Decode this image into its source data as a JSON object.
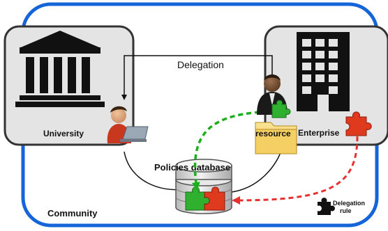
{
  "labels": {
    "delegation": "Delegation",
    "university": "University",
    "enterprise": "Enterprise",
    "resource": "resource",
    "policies_database": "Policies database",
    "community": "Community",
    "delegation_rule_line1": "Delegation",
    "delegation_rule_line2": "rule"
  },
  "colors": {
    "community_border": "#1565d8",
    "box_fill": "#e4e4e4",
    "box_border": "#333333",
    "green_arrow": "#1bb01b",
    "red_arrow": "#e83030",
    "puzzle_green": "#2fb02f",
    "puzzle_red": "#e03a1e"
  },
  "icons": {
    "university": "university-building-icon",
    "enterprise": "office-building-icon",
    "user": "user-with-laptop-icon",
    "manager": "business-person-icon",
    "database": "database-icon",
    "folder": "folder-icon",
    "rule": "puzzle-piece-icon"
  }
}
